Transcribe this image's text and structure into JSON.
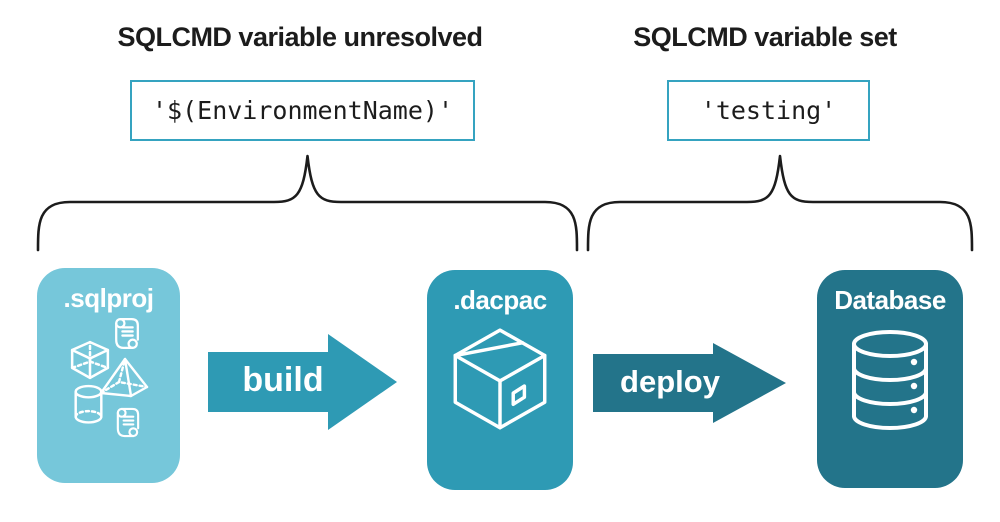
{
  "titles": {
    "unresolved": "SQLCMD variable unresolved",
    "set": "SQLCMD variable set"
  },
  "code": {
    "unresolved": "'$(EnvironmentName)'",
    "set": "'testing'"
  },
  "pipeline": {
    "sqlproj": ".sqlproj",
    "build": "build",
    "dacpac": ".dacpac",
    "deploy": "deploy",
    "database": "Database"
  },
  "icons": {
    "sqlproj": [
      "cube-icon",
      "scroll-icon",
      "pyramid-icon",
      "cylinder-icon",
      "scroll-icon"
    ],
    "dacpac": "package-box-icon",
    "database": "database-cylinder-icon",
    "braces": [
      "curly-brace-left",
      "curly-brace-right"
    ],
    "arrows": [
      "right-arrow-build",
      "right-arrow-deploy"
    ]
  },
  "colors": {
    "light_blue": "#76c7da",
    "teal": "#2e9ab4",
    "dark_teal": "#23748a",
    "code_border": "#35a3c0",
    "ink": "#1c1c1c",
    "white": "#ffffff",
    "bg": "#ffffff"
  }
}
